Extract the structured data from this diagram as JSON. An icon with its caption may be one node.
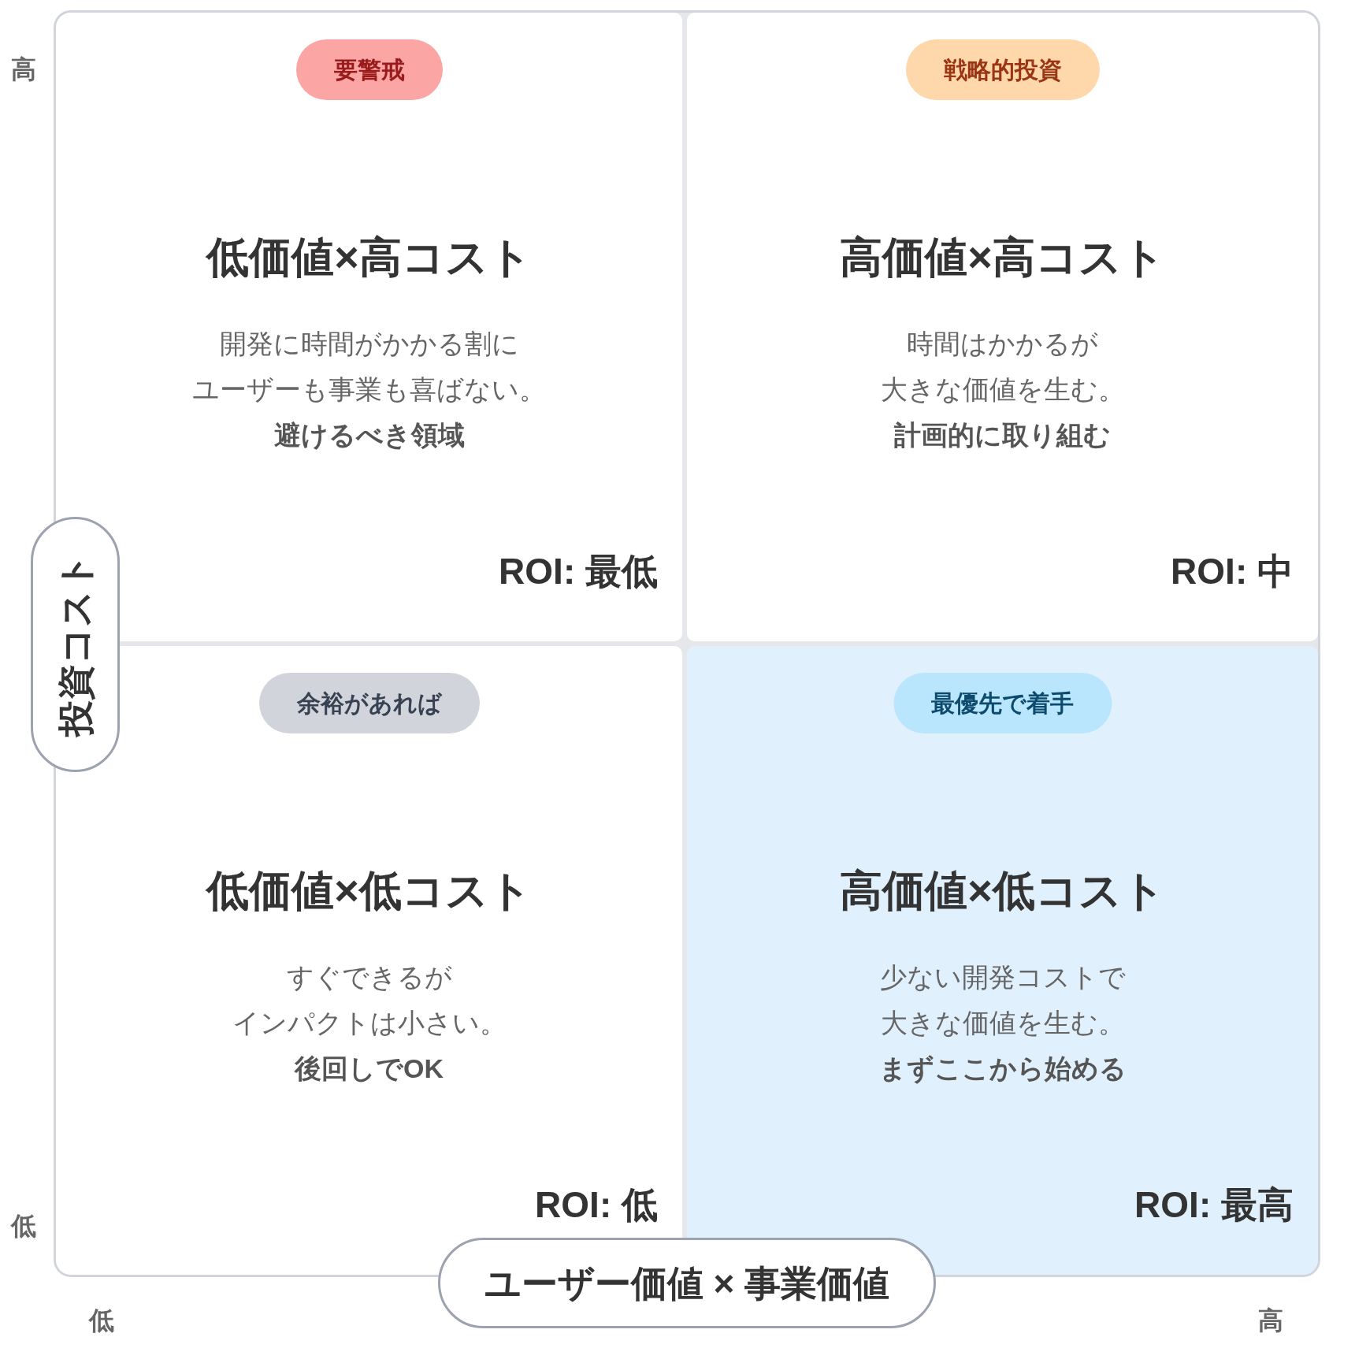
{
  "diagram": {
    "nodes": [
      {
        "text": [
          "低価値×高コスト",
          "開発に時間がかかる割にユーザーも事業も喜ばない。",
          "避けるべき領域",
          "ROI: 最低"
        ]
      },
      {
        "text": [
          "要警戒"
        ],
        "in": 0
      },
      {
        "text": [
          "高価値×高コスト",
          "時間はかかるが大きな価値を生む。",
          "計画的に取り組む",
          "ROI: 中"
        ]
      },
      {
        "text": [
          "戦略的投資"
        ],
        "in": 2
      },
      {
        "text": [
          "低価値×低コスト",
          "すぐできるがインパクトは小さい。",
          "後回しでOK",
          "ROI: 低"
        ]
      },
      {
        "text": [
          "余裕があれば"
        ],
        "in": 4
      },
      {
        "text": [
          "高価値×低コスト",
          "少ない開発コストで大きな価値を生む。",
          "まずここから始める",
          "ROI: 最高"
        ]
      },
      {
        "text": [
          "最優先で着手"
        ],
        "in": 6
      },
      {
        "text": [
          "投資コスト"
        ]
      },
      {
        "text": [
          "ユーザー価値 × 事業価値"
        ]
      }
    ],
    "labels": [
      "高",
      "低",
      "低",
      "高"
    ]
  }
}
